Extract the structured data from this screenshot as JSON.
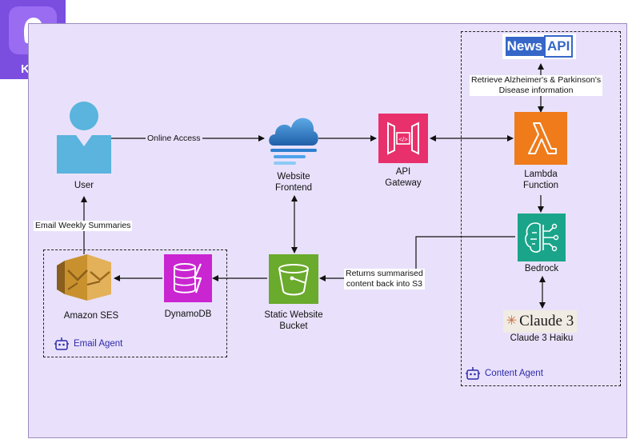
{
  "app": {
    "name": "Kiro"
  },
  "nodes": {
    "user": "User",
    "website_frontend": "Website\nFrontend",
    "api_gateway": "API\nGateway",
    "lambda": "Lambda\nFunction",
    "bedrock": "Bedrock",
    "claude": "Claude 3 Haiku",
    "static_bucket": "Static Website\nBucket",
    "dynamodb": "DynamoDB",
    "ses": "Amazon SES"
  },
  "logos": {
    "newsapi_left": "News",
    "newsapi_right": "API",
    "claude_wordmark": "Claude 3"
  },
  "edges": {
    "online_access": "Online Access",
    "retrieve_info": "Retrieve Alzheimer's & Parkinson's\nDisease information",
    "returns_summarised": "Returns summarised\ncontent back into S3",
    "email_weekly": "Email Weekly Summaries"
  },
  "groups": {
    "content_agent": "Content Agent",
    "email_agent": "Email Agent"
  },
  "colors": {
    "canvas_bg": "#e9e1fb",
    "user_blue": "#5ab4dd",
    "lambda_orange": "#ef7b1b",
    "api_pink": "#e8306d",
    "bedrock_teal": "#1aa58a",
    "s3_green": "#6aaa2c",
    "dynamo_magenta": "#c925d1",
    "ses_gold": "#c8912d",
    "agent_purple": "#2d2aa8",
    "kiro_purple": "#7b4ee0"
  },
  "icons": [
    "ghost-icon",
    "user-icon",
    "cloud-icon",
    "api-gateway-icon",
    "lambda-icon",
    "bedrock-icon",
    "s3-bucket-icon",
    "dynamodb-icon",
    "ses-icon",
    "robot-icon"
  ]
}
